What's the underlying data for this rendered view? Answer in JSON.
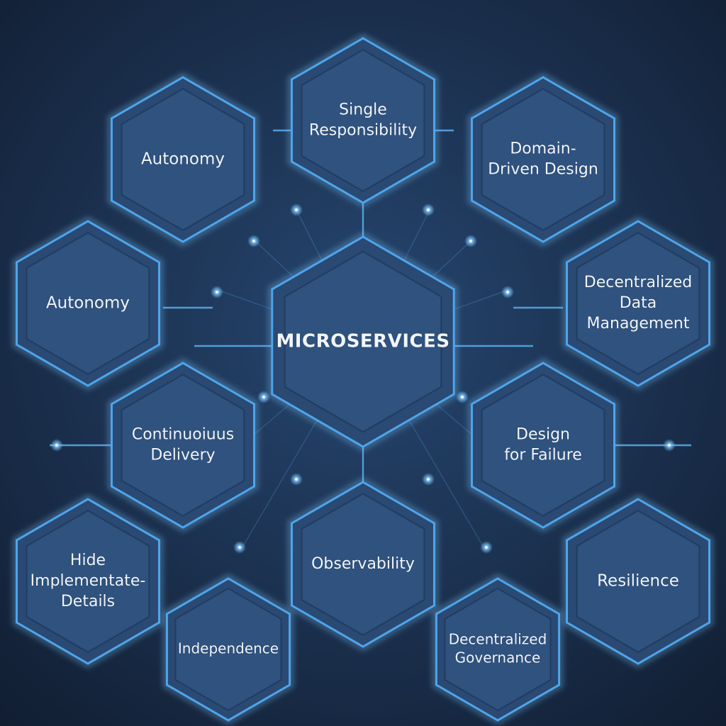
{
  "diagram": {
    "center": "MICROSERVICES",
    "nodes": [
      {
        "id": "single-responsibility",
        "lines": [
          "Single",
          "Responsibility"
        ]
      },
      {
        "id": "autonomy-top",
        "lines": [
          "Autonomy"
        ]
      },
      {
        "id": "domain-driven-design",
        "lines": [
          "Domain-",
          "Driven Design"
        ]
      },
      {
        "id": "autonomy-left",
        "lines": [
          "Autonomy"
        ]
      },
      {
        "id": "decentralized-data-management",
        "lines": [
          "Decentralized",
          "Data",
          "Management"
        ]
      },
      {
        "id": "continuous-delivery",
        "lines": [
          "Continuoiuus",
          "Delivery"
        ]
      },
      {
        "id": "design-for-failure",
        "lines": [
          "Design",
          "for Failure"
        ]
      },
      {
        "id": "hide-implementation-details",
        "lines": [
          "Hide",
          "Implementate-",
          "Details"
        ]
      },
      {
        "id": "observability",
        "lines": [
          "Observability"
        ]
      },
      {
        "id": "resilience",
        "lines": [
          "Resilience"
        ]
      },
      {
        "id": "independence",
        "lines": [
          "Independence"
        ]
      },
      {
        "id": "decentralized-governance",
        "lines": [
          "Decentralized",
          "Governance"
        ]
      }
    ]
  },
  "colors": {
    "background_center": "#26466f",
    "background_edge": "#111d31",
    "hex_fill": "#2a4a73",
    "hex_inner": "#2f527e",
    "hex_border": "#4ea5ec",
    "connector": "#5aaeef",
    "glow": "#7cc8ff",
    "text": "#f2f6fc"
  }
}
